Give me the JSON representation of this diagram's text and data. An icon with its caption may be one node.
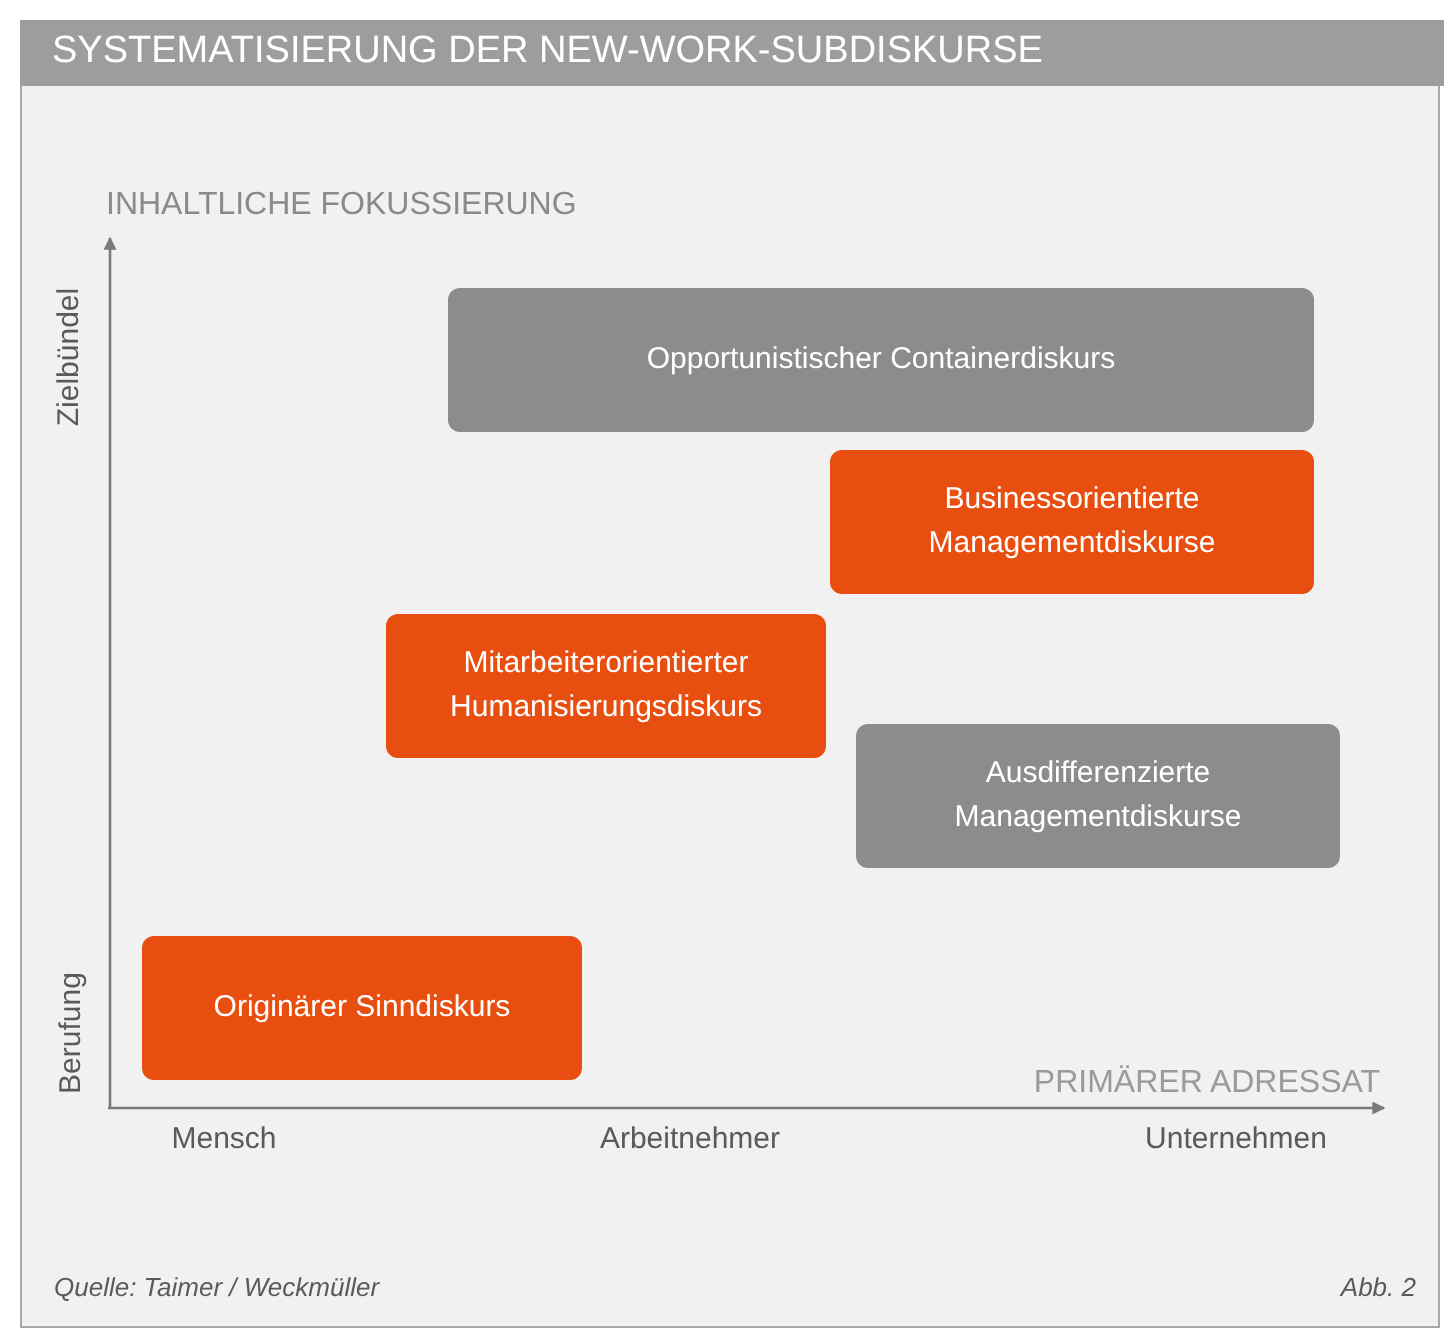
{
  "diagram": {
    "title": "SYSTEMATISIERUNG DER NEW-WORK-SUBDISKURSE",
    "caption": "Quelle: Taimer / Weckmüller",
    "nodes": [
      {
        "text": [
          "Opportunistischer Containerdiskurs"
        ]
      },
      {
        "text": [
          "Businessorientierte Managementdiskurse"
        ]
      },
      {
        "text": [
          "Mitarbeiterorientierter Humanisierungsdiskurs"
        ]
      },
      {
        "text": [
          "Ausdifferenzierte Managementdiskurse"
        ]
      },
      {
        "text": [
          "Originärer Sinndiskurs"
        ]
      }
    ],
    "labels": [
      "INHALTLICHE FOKUSSIERUNG",
      "Zielbündel",
      "Berufung",
      "PRIMÄRER ADRESSAT",
      "Mensch",
      "Arbeitnehmer",
      "Unternehmen",
      "Abb. 2"
    ]
  }
}
